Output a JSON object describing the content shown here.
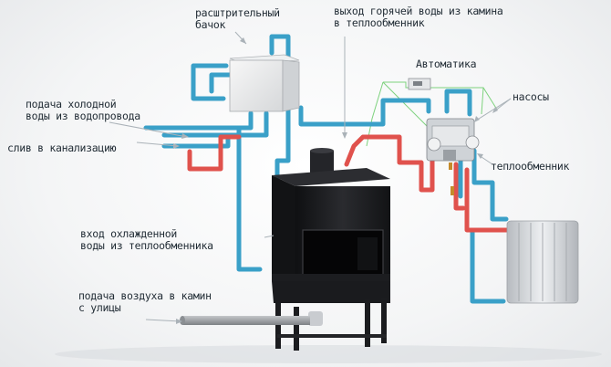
{
  "labels": {
    "expansion_tank": [
      "расштрительный",
      "бачок"
    ],
    "hot_water_out": [
      "выход горячей воды из камина",
      "в теплообменник"
    ],
    "automation": "Автоматика",
    "cold_water_in": [
      "подача холодной",
      "воды из водопровода"
    ],
    "pumps": "насосы",
    "drain": "слив  в канализацию",
    "heat_exchanger": "теплообменник",
    "cooled_water_in": [
      "вход охлажденной",
      "воды из теплообменника"
    ],
    "air_supply": [
      "подача воздуха в камин",
      "с улицы"
    ]
  },
  "colors": {
    "cold_pipe": "#3aa0c8",
    "hot_pipe": "#e0524d",
    "fireplace_body": "#1b1c1f",
    "automation_lines": "#7ed27e",
    "leader_lines": "#aab2b8",
    "radiator": "#c9ccd0"
  }
}
